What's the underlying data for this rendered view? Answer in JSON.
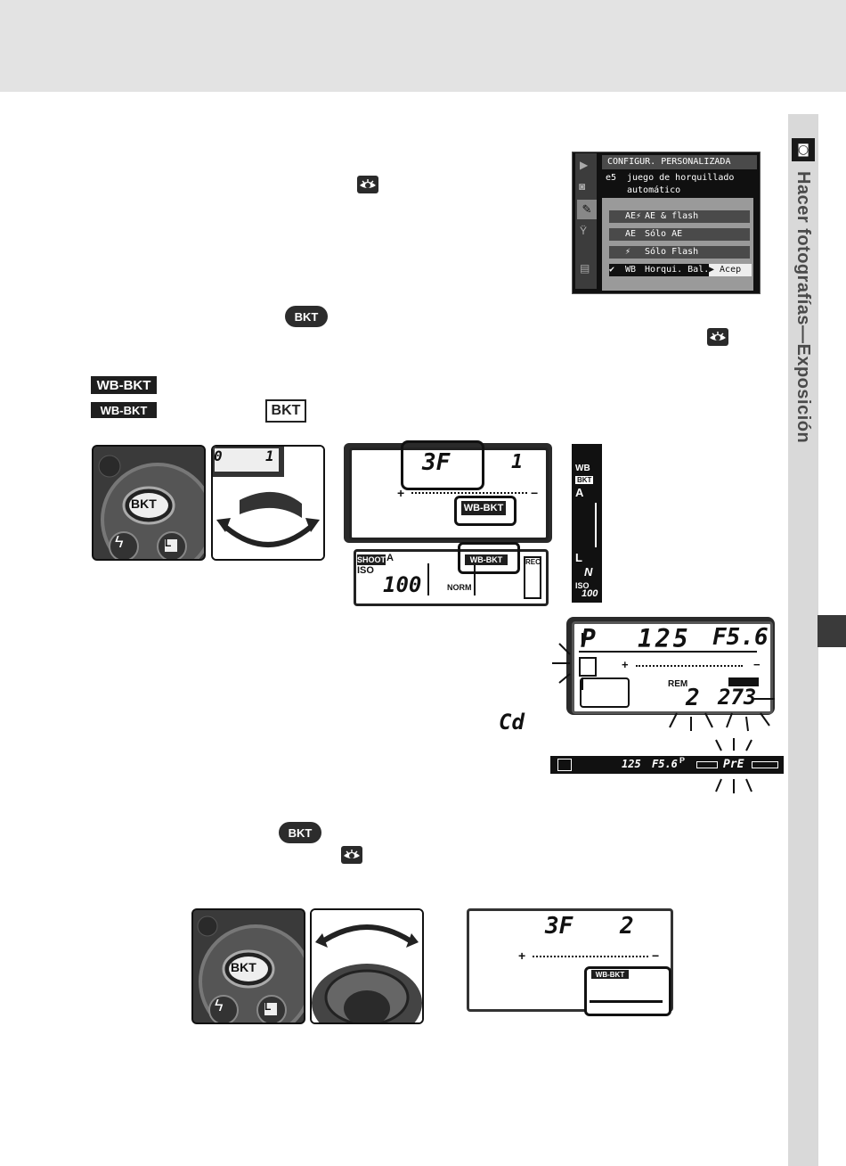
{
  "sidebar": {
    "tab_title": "Hacer fotografías—Exposición",
    "icon": "camera-mode-icon"
  },
  "menu_screen": {
    "title": "CONFIGUR. PERSONALIZADA",
    "item_code": "e5",
    "item_name": "juego de horquillado",
    "item_name_2": "automático",
    "options": [
      {
        "code": "AE⚡",
        "label": "AE & flash",
        "checked": false
      },
      {
        "code": "AE",
        "label": "Sólo AE",
        "checked": false
      },
      {
        "code": "⚡",
        "label": "Sólo Flash",
        "checked": false
      },
      {
        "code": "WB",
        "label": "Horqui. Bal. B",
        "checked": true
      }
    ],
    "confirm": "▶ Acep"
  },
  "body_labels": {
    "bkt_button": "BKT",
    "wb_bkt_1": "WB-BKT",
    "wb_bkt_2": "WB-BKT",
    "bkt_boxed": "BKT"
  },
  "top_lcd": {
    "frames": "3F",
    "increment": "1",
    "indicator": "WB-BKT",
    "scale_plus": "+",
    "scale_minus": "−"
  },
  "control_lcd": {
    "shoot": "SHOOT",
    "shoot_mode": "A",
    "iso_label": "ISO",
    "iso_value": "100",
    "wb_bkt": "WB-BKT",
    "quality": "NORM",
    "rec": "REC"
  },
  "viewfinder_side": {
    "wb": "WB",
    "bkt": "BKT",
    "a": "A",
    "l": "L",
    "n": "N",
    "iso": "ISO",
    "iso_value": "100"
  },
  "exposure_lcd": {
    "mode": "P",
    "shutter": "125",
    "aperture": "F5.6",
    "rem": "REM",
    "count_left": "2",
    "count_right": "273",
    "plus": "+",
    "minus": "−"
  },
  "cd_glyph": "Cd",
  "viewfinder_bar": {
    "shutter": "125",
    "aperture": "F5.6",
    "mode": "P",
    "message": "PrE"
  },
  "bottom_lcd": {
    "frames": "3F",
    "increment": "2",
    "plus": "+",
    "minus": "−",
    "indicator": "WB-BKT"
  },
  "dial_labels": {
    "bkt": "BKT",
    "l": "L",
    "counter_left": "0",
    "counter_right": "1"
  }
}
